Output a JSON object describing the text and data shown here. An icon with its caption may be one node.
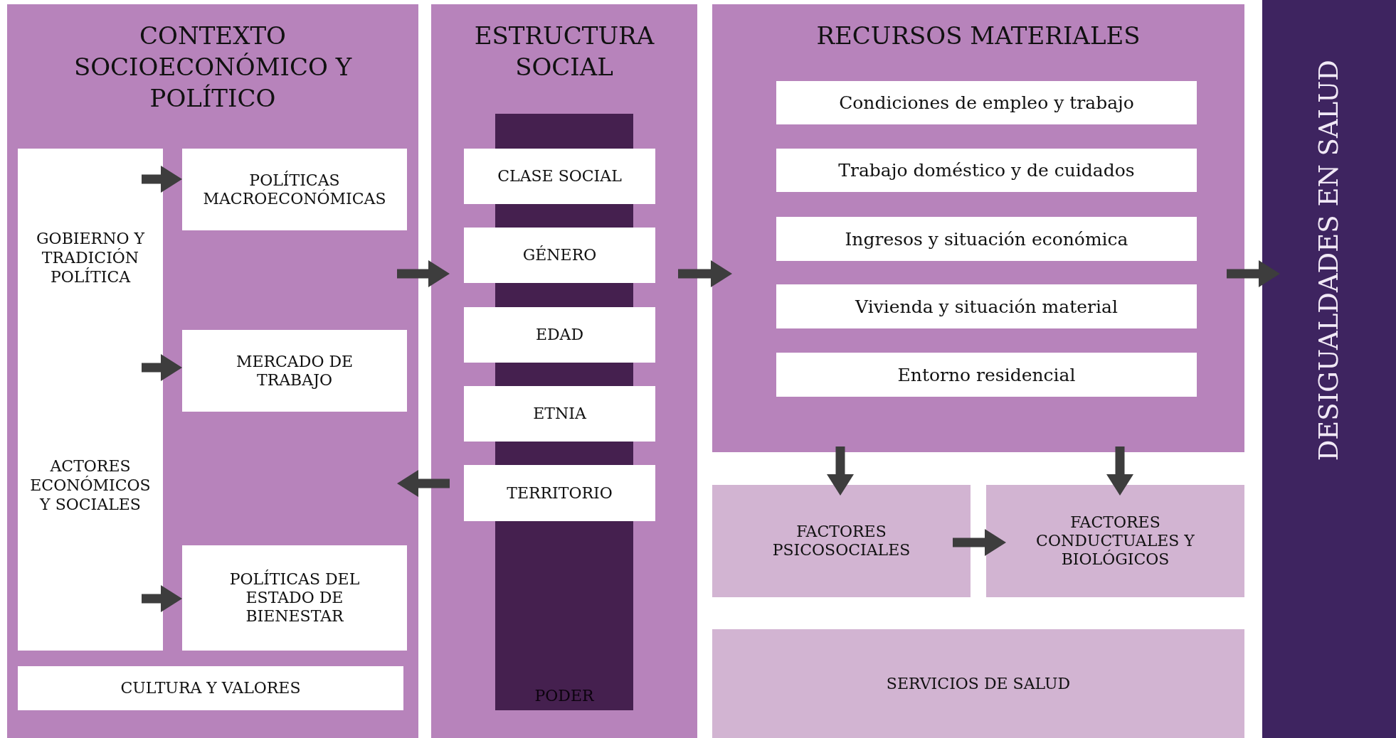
{
  "diagram": {
    "nodes": [
      {
        "text": [
          "CONTEXTO SOCIOECONÓMICO Y POLÍTICO"
        ]
      },
      {
        "text": [
          "GOBIERNO Y TRADICIÓN POLÍTICA",
          "ACTORES ECONÓMICOS Y SOCIALES"
        ],
        "in": 0
      },
      {
        "text": [
          "POLÍTICAS MACROECONÓMICAS"
        ],
        "in": 0
      },
      {
        "text": [
          "MERCADO DE TRABAJO"
        ],
        "in": 0
      },
      {
        "text": [
          "POLÍTICAS DEL ESTADO DE BIENESTAR"
        ],
        "in": 0
      },
      {
        "text": [
          "CULTURA Y VALORES"
        ],
        "in": 0
      },
      {
        "text": [
          "ESTRUCTURA SOCIAL"
        ]
      },
      {
        "text": [
          "PODER"
        ],
        "in": 6
      },
      {
        "text": [
          "CLASE SOCIAL"
        ],
        "in": 6
      },
      {
        "text": [
          "GÉNERO"
        ],
        "in": 6
      },
      {
        "text": [
          "EDAD"
        ],
        "in": 6
      },
      {
        "text": [
          "ETNIA"
        ],
        "in": 6
      },
      {
        "text": [
          "TERRITORIO"
        ],
        "in": 6
      },
      {
        "text": [
          "RECURSOS MATERIALES"
        ]
      },
      {
        "text": [
          "Condiciones de empleo y trabajo"
        ],
        "in": 13
      },
      {
        "text": [
          "Trabajo doméstico y de cuidados"
        ],
        "in": 13
      },
      {
        "text": [
          "Ingresos y situación económica"
        ],
        "in": 13
      },
      {
        "text": [
          "Vivienda y situación material"
        ],
        "in": 13
      },
      {
        "text": [
          "Entorno residencial"
        ],
        "in": 13
      },
      {
        "text": [
          "FACTORES PSICOSOCIALES"
        ]
      },
      {
        "text": [
          "FACTORES CONDUCTUALES Y BIOLÓGICOS"
        ]
      },
      {
        "text": [
          "SERVICIOS DE SALUD"
        ]
      },
      {
        "text": [
          "DESIGUALDADES EN SALUD"
        ]
      }
    ],
    "edges": [
      {
        "from": 1,
        "to": 2,
        "arrow": "to"
      },
      {
        "from": 1,
        "to": 3,
        "arrow": "to"
      },
      {
        "from": 1,
        "to": 4,
        "arrow": "to"
      },
      {
        "from": 0,
        "to": 6,
        "arrow": "to"
      },
      {
        "from": 6,
        "to": 0,
        "arrow": "to"
      },
      {
        "from": 6,
        "to": 13,
        "arrow": "to"
      },
      {
        "from": 13,
        "to": 22,
        "arrow": "to"
      },
      {
        "from": 13,
        "to": 19,
        "arrow": "to"
      },
      {
        "from": 13,
        "to": 20,
        "arrow": "to"
      },
      {
        "from": 19,
        "to": 20,
        "arrow": "to"
      }
    ]
  }
}
